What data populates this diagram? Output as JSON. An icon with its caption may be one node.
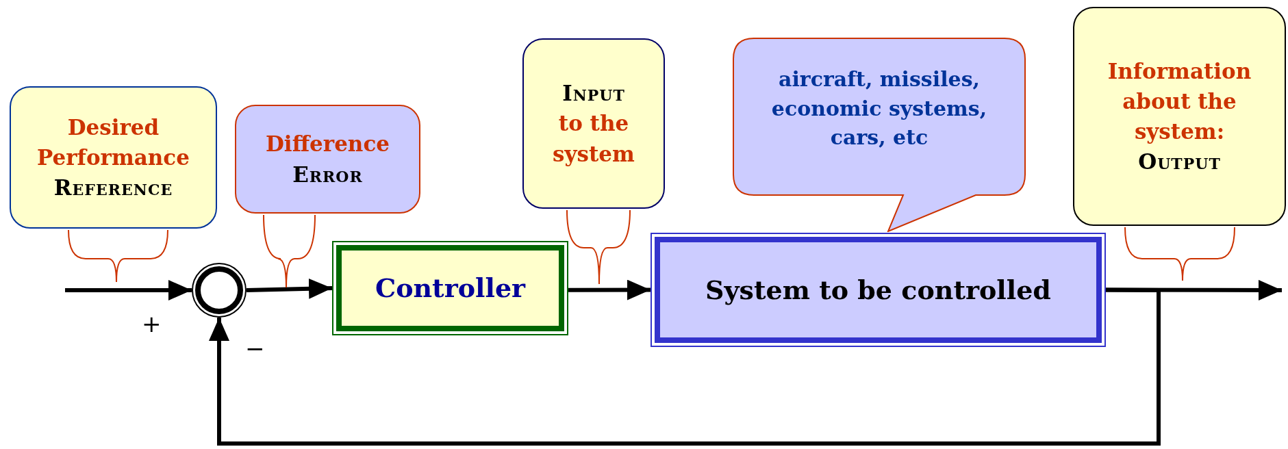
{
  "diagram": {
    "nodes": [
      {
        "text": [
          "Desired Performance",
          "Reference"
        ]
      },
      {
        "text": [
          "Difference",
          "Error"
        ]
      },
      {
        "text": [
          "Input",
          "to the system"
        ]
      },
      {
        "text": [
          "aircraft, missiles, economic systems, cars, etc"
        ]
      },
      {
        "text": [
          "Information about the system:",
          "Output"
        ]
      },
      {
        "text": [],
        "shape": "circle"
      },
      {
        "text": [
          "Controller"
        ]
      },
      {
        "text": [
          "System to be controlled"
        ]
      }
    ],
    "edges": [
      {
        "from": null,
        "to": 5,
        "arrow": "to"
      },
      {
        "from": 5,
        "to": 6,
        "arrow": "to"
      },
      {
        "from": 6,
        "to": 7,
        "arrow": "to"
      },
      {
        "from": 7,
        "to": null,
        "arrow": "to"
      },
      {
        "from": 7,
        "to": 5,
        "arrow": "to"
      },
      {
        "from": 0,
        "to": null,
        "arrow": "none",
        "color": "#cc3300"
      },
      {
        "from": 1,
        "to": null,
        "arrow": "none",
        "color": "#cc3300"
      },
      {
        "from": 2,
        "to": null,
        "arrow": "none",
        "color": "#cc3300"
      },
      {
        "from": 4,
        "to": null,
        "arrow": "none",
        "color": "#cc3300"
      }
    ],
    "labels": [
      "+",
      "−"
    ]
  }
}
